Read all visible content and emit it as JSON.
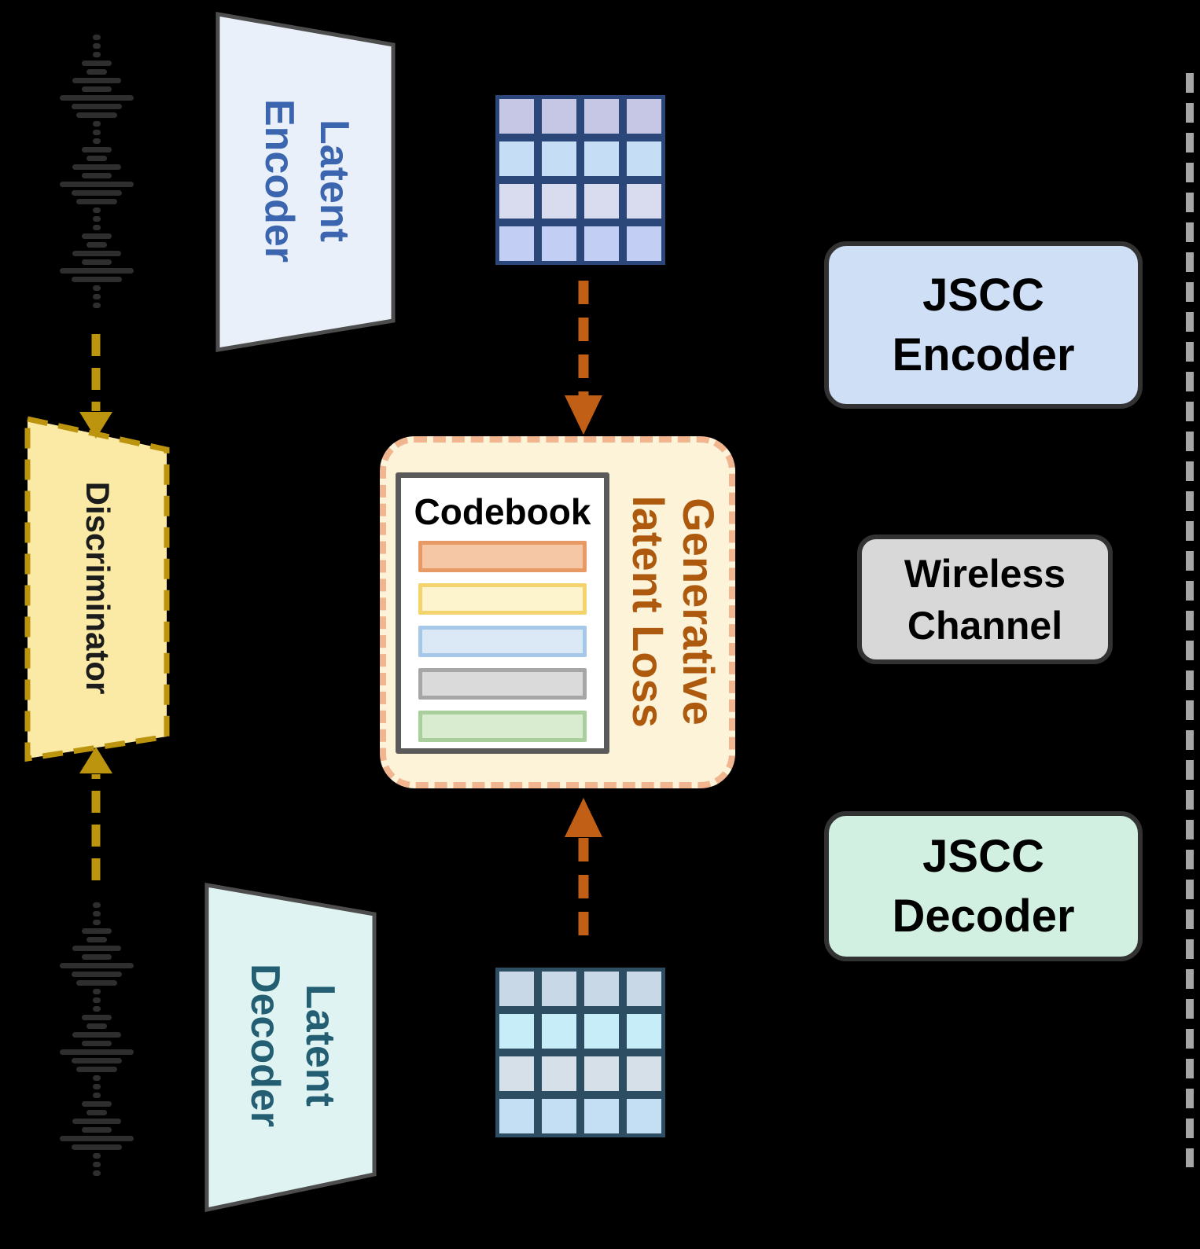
{
  "colors": {
    "background": "#000000",
    "shape_stroke": "#4d4d4d",
    "gold": "#bd940e",
    "orange": "#c05f15",
    "gray_dash": "#a6a6a6",
    "waveform": "#2e2e2e",
    "encoder_fill": "#eaf0f9",
    "encoder_text": "#3b65ae",
    "discriminator_fill": "#faeaa6",
    "discriminator_text": "#1c1c1c",
    "decoder_fill": "#dff4f2",
    "decoder_text": "#235e72",
    "loss_bg": "#fcf3d9",
    "loss_border": "#f1b590",
    "loss_text": "#ae5a0e",
    "codebook_border": "#5a5a5a",
    "codebook_title_color": "#000000",
    "jscc_encoder_bg": "#cfdff6",
    "wireless_channel_bg": "#d8d8d8",
    "jscc_decoder_bg": "#d2f0e2",
    "rbox_border": "#323232"
  },
  "waveform": {
    "color": "#2e2e2e",
    "bar_widths": [
      10,
      10,
      10,
      38,
      26,
      62,
      38,
      94,
      64,
      52,
      10,
      10,
      10,
      38,
      26,
      62,
      38,
      94,
      64,
      52,
      10,
      10,
      10,
      38,
      26,
      62,
      38,
      94,
      64,
      10,
      10,
      10
    ]
  },
  "transmitter": {
    "latent_encoder": {
      "line1": "Latent",
      "line2": "Encoder"
    },
    "discriminator": {
      "label": "Discriminator"
    },
    "latent_decoder": {
      "line1": "Latent",
      "line2": "Decoder"
    }
  },
  "center": {
    "grid_top": {
      "rows": 4,
      "cols": 4,
      "border": "#2b4679",
      "row_colors": [
        "#c6c7e4",
        "#c6ddf6",
        "#d8dcee",
        "#c2cef4"
      ]
    },
    "grid_bottom": {
      "rows": 4,
      "cols": 4,
      "border": "#2d4d63",
      "row_colors": [
        "#c8d8e6",
        "#c7edf8",
        "#d5e0e8",
        "#c4def4"
      ]
    },
    "codebook": {
      "title": "Codebook",
      "entries": [
        {
          "fill": "#f6c7a4",
          "border": "#e89a66"
        },
        {
          "fill": "#fdf3cd",
          "border": "#f2d36e"
        },
        {
          "fill": "#dbe8f5",
          "border": "#a6c7e7"
        },
        {
          "fill": "#dadada",
          "border": "#a6a6a6"
        },
        {
          "fill": "#daecd0",
          "border": "#a8cf9c"
        }
      ]
    },
    "loss": {
      "line1": "Generative",
      "line2": "latent Loss"
    }
  },
  "channel_column": {
    "jscc_encoder": {
      "line1": "JSCC",
      "line2": "Encoder"
    },
    "wireless_channel": {
      "line1": "Wireless",
      "line2": "Channel"
    },
    "jscc_decoder": {
      "line1": "JSCC",
      "line2": "Decoder"
    }
  }
}
